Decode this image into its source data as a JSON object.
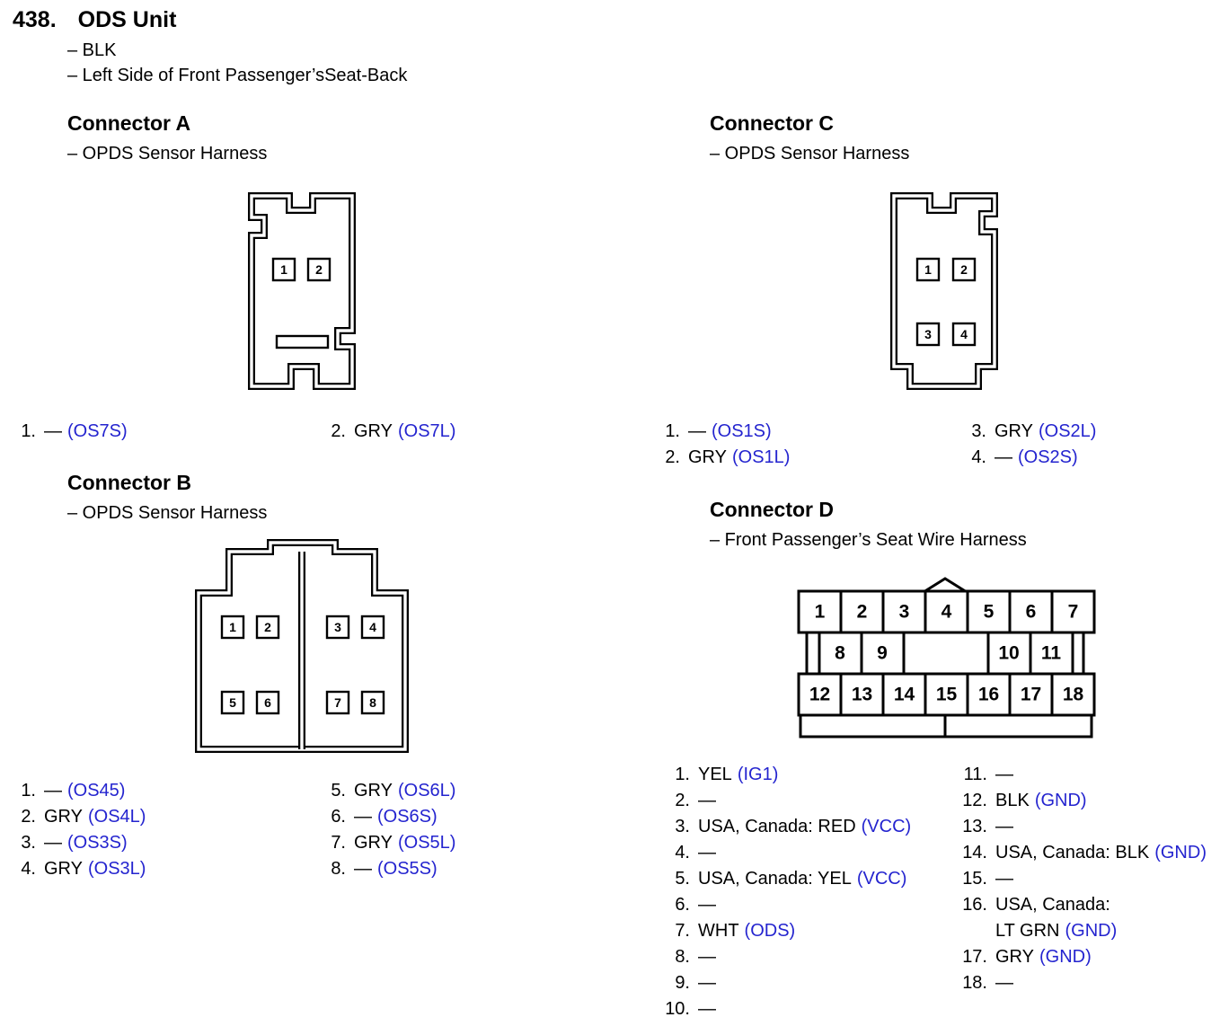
{
  "page": {
    "number": "438.",
    "title": "ODS Unit",
    "location_lines": [
      "– BLK",
      "– Left Side of Front Passenger’sSeat-Back"
    ]
  },
  "colors": {
    "text": "#000000",
    "terminal_code_blue": "#2424cf",
    "background": "#ffffff"
  },
  "connector_a": {
    "title": "Connector A",
    "subtitle": "– OPDS Sensor Harness",
    "cavity_numbers": [
      "1",
      "2"
    ],
    "pins_col1": [
      {
        "num": "1.",
        "wire": "—",
        "code": "(OS7S)"
      }
    ],
    "pins_col2": [
      {
        "num": "2.",
        "wire": "GRY",
        "code": "(OS7L)"
      }
    ]
  },
  "connector_b": {
    "title": "Connector B",
    "subtitle": "– OPDS Sensor Harness",
    "cavity_numbers": [
      "1",
      "2",
      "3",
      "4",
      "5",
      "6",
      "7",
      "8"
    ],
    "pins_col1": [
      {
        "num": "1.",
        "wire": "—",
        "code": "(OS45)"
      },
      {
        "num": "2.",
        "wire": "GRY",
        "code": "(OS4L)"
      },
      {
        "num": "3.",
        "wire": "—",
        "code": "(OS3S)"
      },
      {
        "num": "4.",
        "wire": "GRY",
        "code": "(OS3L)"
      }
    ],
    "pins_col2": [
      {
        "num": "5.",
        "wire": "GRY",
        "code": "(OS6L)"
      },
      {
        "num": "6.",
        "wire": "—",
        "code": "(OS6S)"
      },
      {
        "num": "7.",
        "wire": "GRY",
        "code": "(OS5L)"
      },
      {
        "num": "8.",
        "wire": "—",
        "code": "(OS5S)"
      }
    ]
  },
  "connector_c": {
    "title": "Connector C",
    "subtitle": "– OPDS Sensor Harness",
    "cavity_numbers": [
      "1",
      "2",
      "3",
      "4"
    ],
    "pins_col1": [
      {
        "num": "1.",
        "wire": "—",
        "code": "(OS1S)"
      },
      {
        "num": "2.",
        "wire": "GRY",
        "code": "(OS1L)"
      }
    ],
    "pins_col2": [
      {
        "num": "3.",
        "wire": "GRY",
        "code": "(OS2L)"
      },
      {
        "num": "4.",
        "wire": "—",
        "code": "(OS2S)"
      }
    ]
  },
  "connector_d": {
    "title": "Connector D",
    "subtitle": "– Front Passenger’s Seat Wire Harness",
    "grid_row1": [
      "1",
      "2",
      "3",
      "4",
      "5",
      "6",
      "7"
    ],
    "grid_row2": [
      "8",
      "9",
      "10",
      "11"
    ],
    "grid_row3": [
      "12",
      "13",
      "14",
      "15",
      "16",
      "17",
      "18"
    ],
    "pins_col1": [
      {
        "num": "1.",
        "wire": "YEL",
        "code": "(IG1)"
      },
      {
        "num": "2.",
        "wire": "—",
        "code": ""
      },
      {
        "num": "3.",
        "wire": "USA, Canada: RED",
        "code": "(VCC)"
      },
      {
        "num": "4.",
        "wire": "—",
        "code": ""
      },
      {
        "num": "5.",
        "wire": "USA, Canada: YEL",
        "code": "(VCC)"
      },
      {
        "num": "6.",
        "wire": "—",
        "code": ""
      },
      {
        "num": "7.",
        "wire": "WHT",
        "code": "(ODS)"
      },
      {
        "num": "8.",
        "wire": "—",
        "code": ""
      },
      {
        "num": "9.",
        "wire": "—",
        "code": ""
      },
      {
        "num": "10.",
        "wire": "—",
        "code": ""
      }
    ],
    "pins_col2": [
      {
        "num": "11.",
        "wire": "—",
        "code": ""
      },
      {
        "num": "12.",
        "wire": "BLK",
        "code": "(GND)"
      },
      {
        "num": "13.",
        "wire": "—",
        "code": ""
      },
      {
        "num": "14.",
        "wire": "USA, Canada: BLK",
        "code": "(GND)"
      },
      {
        "num": "15.",
        "wire": "—",
        "code": ""
      },
      {
        "num": "16.",
        "wire": "USA, Canada:\nLT GRN",
        "code": "(GND)"
      },
      {
        "num": "17.",
        "wire": "GRY",
        "code": "(GND)"
      },
      {
        "num": "18.",
        "wire": "—",
        "code": ""
      }
    ]
  }
}
